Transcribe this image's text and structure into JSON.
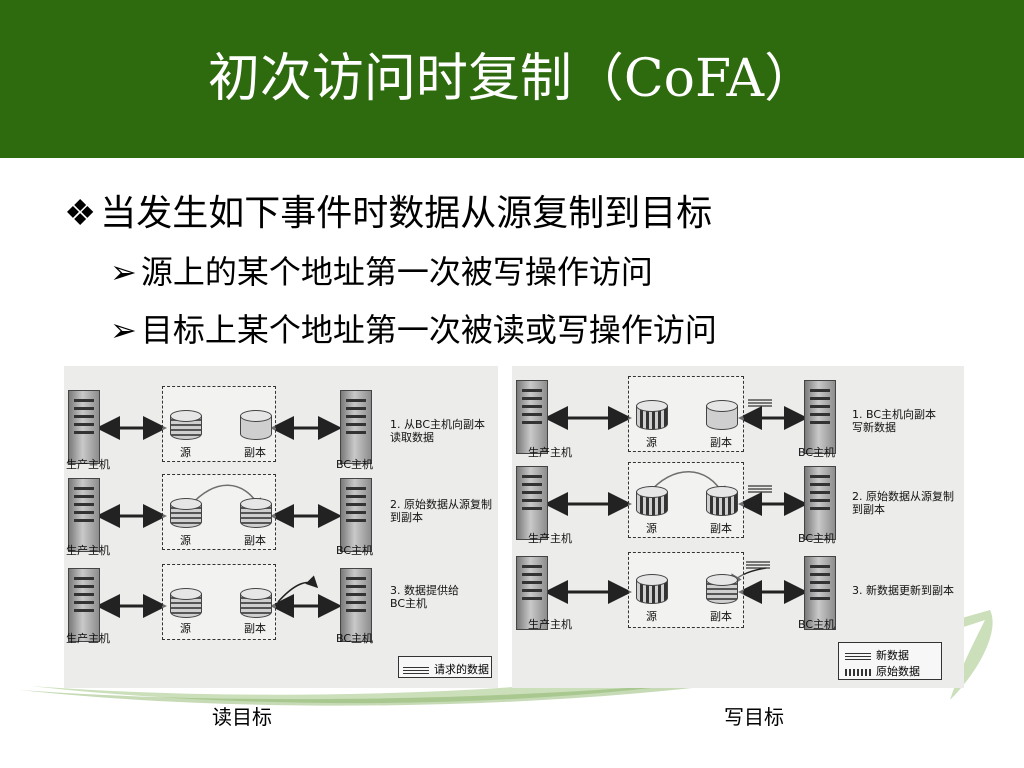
{
  "slide": {
    "title": "初次访问时复制（CoFA）",
    "bullet_main": "当发生如下事件时数据从源复制到目标",
    "bullet_sub_1": "源上的某个地址第一次被写操作访问",
    "bullet_sub_2": "目标上某个地址第一次被读或写操作访问",
    "bullet_main_marker": "❖",
    "bullet_sub_marker": "➢"
  },
  "colors": {
    "title_bar": "#2e6a0e",
    "title_text": "#ffffff",
    "accent_swoosh": "#8db86a"
  },
  "read_figure": {
    "caption": "读目标",
    "prod_host": "生产主机",
    "bc_host": "BC主机",
    "source": "源",
    "replica": "副本",
    "step1": "1. 从BC主机向副本\n读取数据",
    "step2": "2. 原始数据从源复制\n到副本",
    "step3": "3. 数据提供给\nBC主机",
    "legend": "请求的数据"
  },
  "write_figure": {
    "caption": "写目标",
    "prod_host": "生产主机",
    "bc_host": "BC主机",
    "source": "源",
    "replica": "副本",
    "step1": "1. BC主机向副本\n写新数据",
    "step2": "2. 原始数据从源复制\n到副本",
    "step3": "3. 新数据更新到副本",
    "legend_new": "新数据",
    "legend_orig": "原始数据"
  }
}
